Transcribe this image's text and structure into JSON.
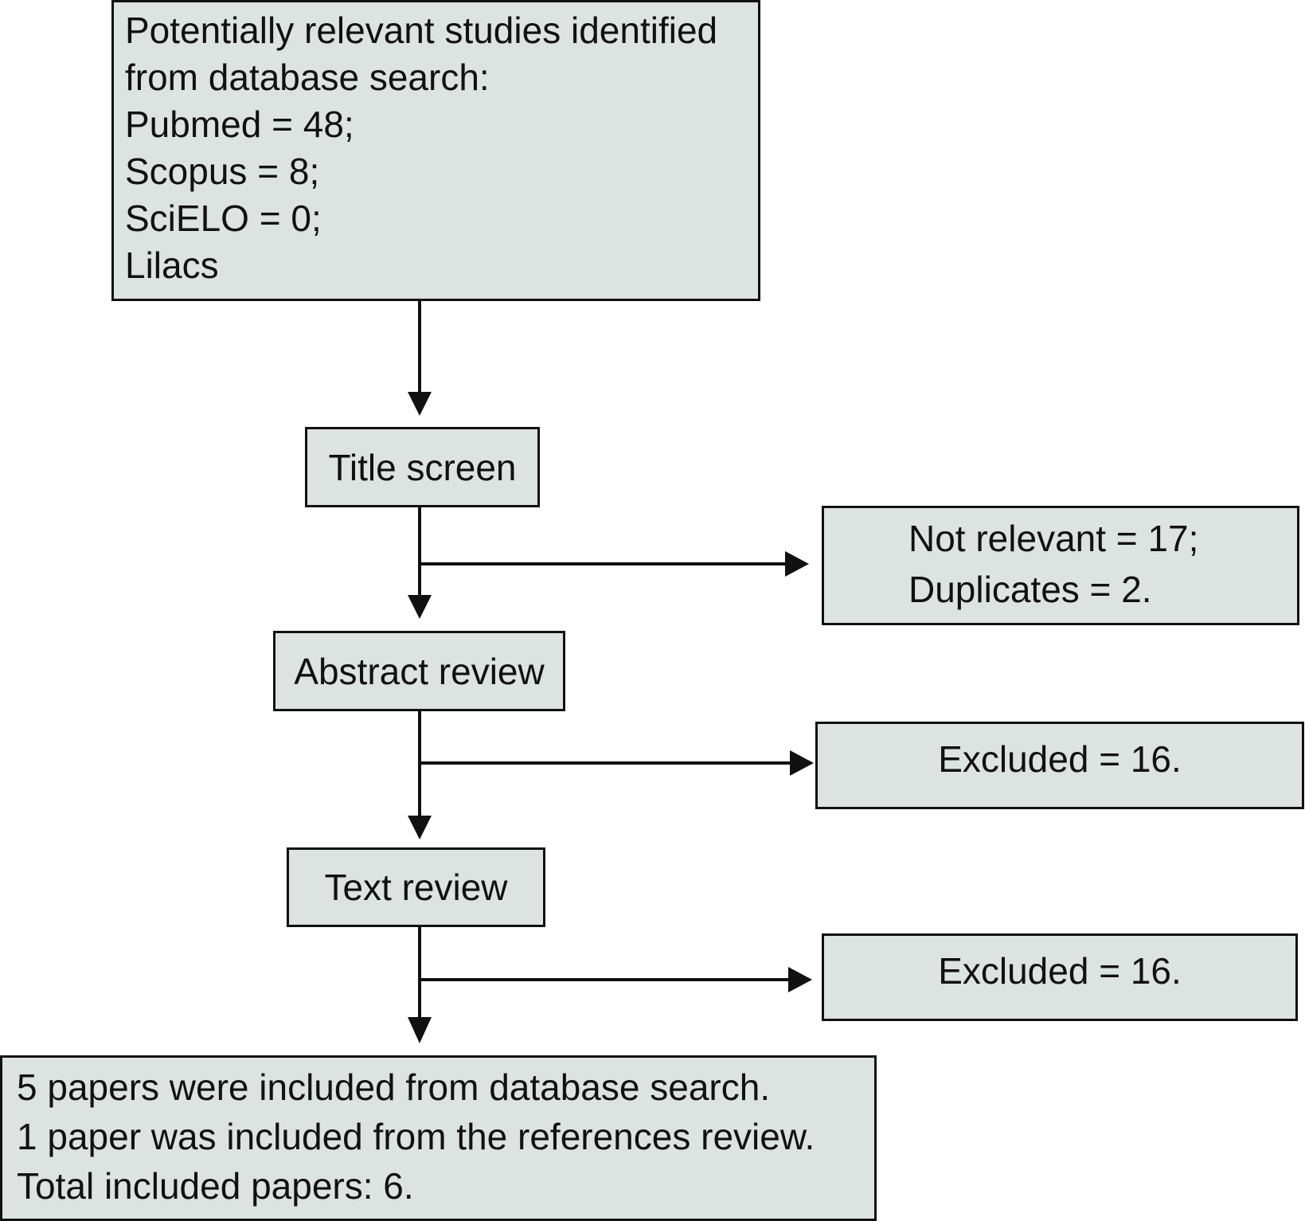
{
  "identified": {
    "lines": [
      "Potentially relevant studies identified",
      "from database search:",
      "Pubmed = 48;",
      "Scopus = 8;",
      "SciELO = 0;",
      "Lilacs"
    ]
  },
  "title_screen": {
    "label": "Title screen"
  },
  "title_screen_exclusions": {
    "lines": [
      "Not relevant = 17;",
      "Duplicates = 2."
    ]
  },
  "abstract_review": {
    "label": "Abstract review"
  },
  "abstract_exclusions": {
    "label": "Excluded = 16."
  },
  "text_review": {
    "label": "Text review"
  },
  "text_exclusions": {
    "label": "Excluded = 16."
  },
  "included": {
    "lines": [
      "5 papers were included from database search.",
      "1 paper was included from the references review.",
      "Total included papers: 6."
    ]
  },
  "colors": {
    "box_fill": "#dde3e1",
    "stroke": "#111111"
  }
}
